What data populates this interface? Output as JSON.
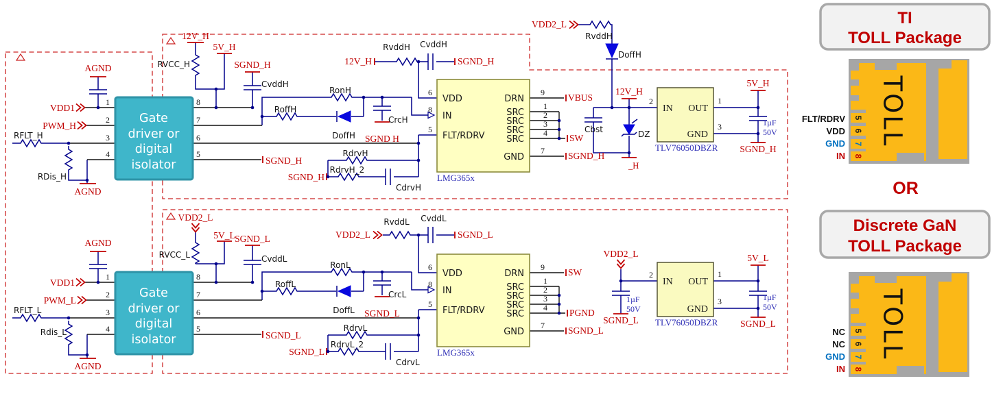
{
  "colors": {
    "accent_red": "#C00000",
    "wire_navy": "#00008C",
    "diode_blue": "#0808DE",
    "part_blue": "#2B2BB4",
    "gnd_blue": "#0070C0",
    "pkg_orange": "#FBB817",
    "pkg_gray": "#A6A6A6",
    "driver_teal": "#3FB6CA",
    "ic_yellow": "#FFFFC2"
  },
  "high_side": {
    "driver": {
      "lines": [
        "Gate",
        "driver or",
        "digital",
        "isolator"
      ],
      "pins_left": [
        "1",
        "2",
        "3",
        "4"
      ],
      "pins_right": [
        "8",
        "7",
        "6",
        "5"
      ]
    },
    "input": {
      "agnd_top": "AGND",
      "vdd1": "VDD1",
      "pwm": "PWM_H",
      "rflt": "RFLT_H",
      "rdis": "RDis_H",
      "agnd_bot": "AGND"
    },
    "supply": {
      "rail": "12V_H",
      "v5": "5V_H",
      "rvcc": "RVCC_H",
      "sgnd": "SGND_H",
      "cvdd": "CvddH"
    },
    "gate": {
      "ron": "RonH",
      "roff": "RoffH",
      "doff": "DoffH",
      "crc": "CrcH",
      "crc_gnd": "SGND H",
      "pin5_net": "SGND_H",
      "rdrv": "RdrvH",
      "rdrv2": "RdrvH_2",
      "cdrv": "CdrvH",
      "rdrv_gnd": "SGND_H"
    },
    "vddfilt": {
      "src": "12V_H",
      "rvdd": "RvddH",
      "cvdd": "CvddH",
      "gnd": "SGND_H"
    },
    "lmg": {
      "part": "LMG365x",
      "p_vdd": "VDD",
      "p_in": "IN",
      "p_flt": "FLT/RDRV",
      "p_drn": "DRN",
      "p_src": "SRC",
      "p_gnd": "GND",
      "n_vdd": "6",
      "n_in": "8",
      "n_flt": "5",
      "n_drn": "9",
      "n_src": [
        "1",
        "2",
        "3",
        "4"
      ],
      "n_gnd": "7",
      "net_drn": "VBUS",
      "net_src": "SW",
      "net_gnd": "SGND_H"
    },
    "boot": {
      "vdd2": "VDD2_L",
      "rvdd": "RvddH",
      "doff": "DoffH",
      "v12": "12V_H",
      "cbst": "Cbst",
      "dz": "DZ",
      "bot": "_H",
      "n_in": "2"
    },
    "ldo": {
      "part": "TLV76050DBZR",
      "p_in": "IN",
      "p_out": "OUT",
      "p_gnd": "GND",
      "n_out": "1",
      "n_gnd": "3",
      "vout": "5V_H",
      "c1": "1µF",
      "c2": "50V",
      "gnd_net": "SGND_H"
    }
  },
  "low_side": {
    "driver": {
      "lines": [
        "Gate",
        "driver or",
        "digital",
        "isolator"
      ],
      "pins_left": [
        "1",
        "2",
        "3",
        "4"
      ],
      "pins_right": [
        "8",
        "7",
        "6",
        "5"
      ]
    },
    "input": {
      "agnd_top": "AGND",
      "vdd1": "VDD1",
      "pwm": "PWM_L",
      "rflt": "RFLT_L",
      "rdis": "Rdis_L",
      "agnd_bot": "AGND"
    },
    "supply": {
      "rail": "VDD2_L",
      "v5": "5V_L",
      "rvcc": "RVCC_L",
      "sgnd": "SGND_L",
      "cvdd": "CvddL"
    },
    "gate": {
      "ron": "RonL",
      "roff": "RoffL",
      "doff": "DoffL",
      "crc": "CrcL",
      "crc_gnd": "SGND_L",
      "pin5_net": "SGND_L",
      "rdrv": "RdrvL",
      "rdrv2": "RdrvL_2",
      "cdrv": "CdrvL",
      "rdrv_gnd": "SGND_L"
    },
    "vddfilt": {
      "src": "VDD2_L",
      "rvdd": "RvddL",
      "cvdd": "CvddL",
      "gnd": "SGND_L"
    },
    "lmg": {
      "part": "LMG365x",
      "p_vdd": "VDD",
      "p_in": "IN",
      "p_flt": "FLT/RDRV",
      "p_drn": "DRN",
      "p_src": "SRC",
      "p_gnd": "GND",
      "n_vdd": "6",
      "n_in": "8",
      "n_flt": "5",
      "n_drn": "9",
      "n_src": [
        "1",
        "2",
        "3",
        "4"
      ],
      "n_gnd": "7",
      "net_drn": "SW",
      "net_src": "PGND",
      "net_gnd": "SGND_L"
    },
    "ldo_in": {
      "vdd2": "VDD2_L",
      "c1": "1µF",
      "c2": "50V",
      "gnd": "SGND_L",
      "n_in": "2"
    },
    "ldo": {
      "part": "TLV76050DBZR",
      "p_in": "IN",
      "p_out": "OUT",
      "p_gnd": "GND",
      "n_out": "1",
      "n_gnd": "3",
      "vout": "5V_L",
      "c1": "1µF",
      "c2": "50V",
      "gnd_net": "SGND_L"
    }
  },
  "right_panel": {
    "ti_box": {
      "line1": "TI",
      "line2": "TOLL Package"
    },
    "or_label": "OR",
    "gan_box": {
      "line1": "Discrete GaN",
      "line2": "TOLL Package"
    },
    "pkg_top": {
      "toll": "TOLL",
      "pin_nums": [
        "5",
        "6",
        "7",
        "8"
      ],
      "pin_labels": [
        "FLT/RDRV",
        "VDD",
        "GND",
        "IN"
      ]
    },
    "pkg_bottom": {
      "toll": "TOLL",
      "pin_nums": [
        "5",
        "6",
        "7",
        "8"
      ],
      "pin_labels": [
        "NC",
        "NC",
        "GND",
        "IN"
      ]
    }
  }
}
